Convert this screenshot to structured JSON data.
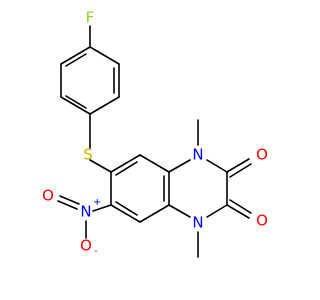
{
  "molecule": {
    "atoms": {
      "fluorine": "F",
      "sulfur": "S",
      "nitrogen_ring_top": "N",
      "nitrogen_ring_bottom": "N",
      "oxygen_carbonyl_top": "O",
      "oxygen_carbonyl_bottom": "O",
      "nitro_nitrogen": "N",
      "nitro_charge_plus": "+",
      "nitro_oxygen_left": "O",
      "nitro_oxygen_bottom": "O",
      "nitro_charge_minus": "-"
    },
    "colors": {
      "fluorine": "#9acd32",
      "sulfur": "#c8b400",
      "nitrogen": "#0000ff",
      "oxygen": "#ff0000",
      "bond": "#000000"
    }
  }
}
